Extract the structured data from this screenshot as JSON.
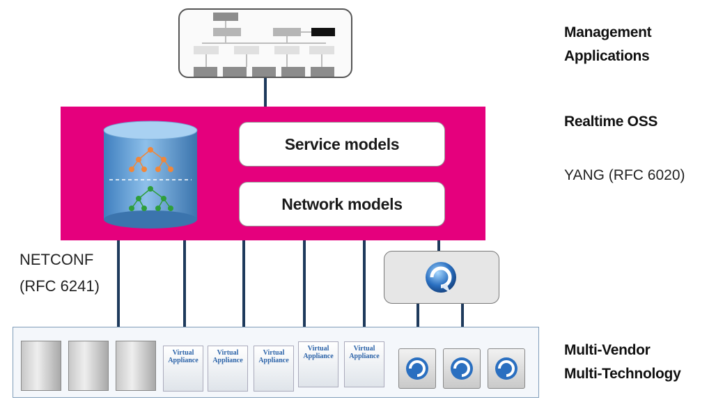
{
  "labels": {
    "management": [
      "Management",
      "Applications"
    ],
    "realtime_oss": "Realtime OSS",
    "yang": "YANG (RFC 6020)",
    "netconf": [
      "NETCONF",
      "(RFC 6241)"
    ],
    "multi": [
      "Multi-Vendor",
      "Multi-Technology"
    ]
  },
  "models": {
    "service": "Service models",
    "network": "Network models"
  },
  "virtual_appliance": [
    "Virtual",
    "Appliance"
  ],
  "device_icons": [
    "rack-server-icon",
    "rack-server-icon",
    "rack-server-icon",
    "virtual-appliance-icon",
    "virtual-appliance-icon",
    "virtual-appliance-icon",
    "virtual-appliance-icon",
    "virtual-appliance-icon",
    "physical-router-icon",
    "physical-router-icon",
    "physical-router-icon"
  ],
  "colors": {
    "oss_band": "#e5007d",
    "database": "#5b9bd5",
    "connector": "#1e3a5c"
  }
}
